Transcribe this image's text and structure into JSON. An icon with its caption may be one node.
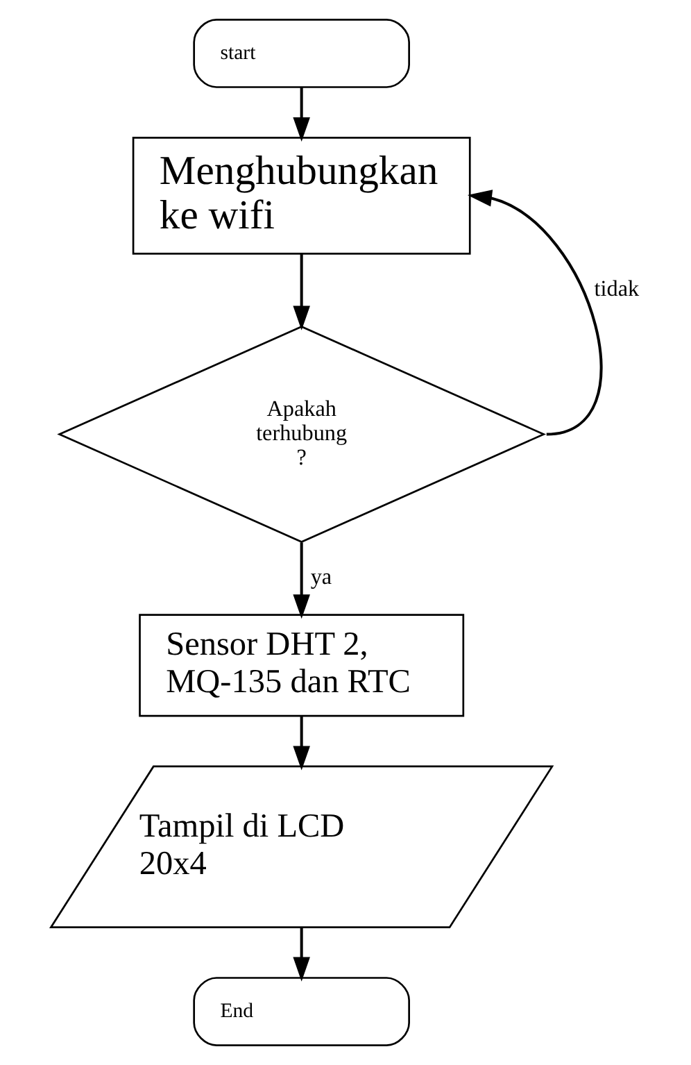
{
  "diagram": {
    "nodes": [
      {
        "text": [
          "start"
        ]
      },
      {
        "text": [
          "Menghubungkan ke wifi"
        ]
      },
      {
        "text": [
          "Apakah terhubung ?"
        ]
      },
      {
        "text": [
          "Sensor DHT 2, MQ-135 dan RTC"
        ]
      },
      {
        "text": [
          "Tampil di LCD 20x4"
        ]
      },
      {
        "text": [
          "End"
        ]
      }
    ],
    "edges": [
      {
        "from": 0,
        "to": 1,
        "arrow": "to"
      },
      {
        "from": 1,
        "to": 2,
        "arrow": "to"
      },
      {
        "from": 2,
        "to": 3,
        "arrow": "to",
        "label": "ya"
      },
      {
        "from": 2,
        "to": 1,
        "arrow": "to",
        "label": "tidak"
      },
      {
        "from": 3,
        "to": 4,
        "arrow": "to"
      },
      {
        "from": 4,
        "to": 5,
        "arrow": "to"
      }
    ]
  }
}
